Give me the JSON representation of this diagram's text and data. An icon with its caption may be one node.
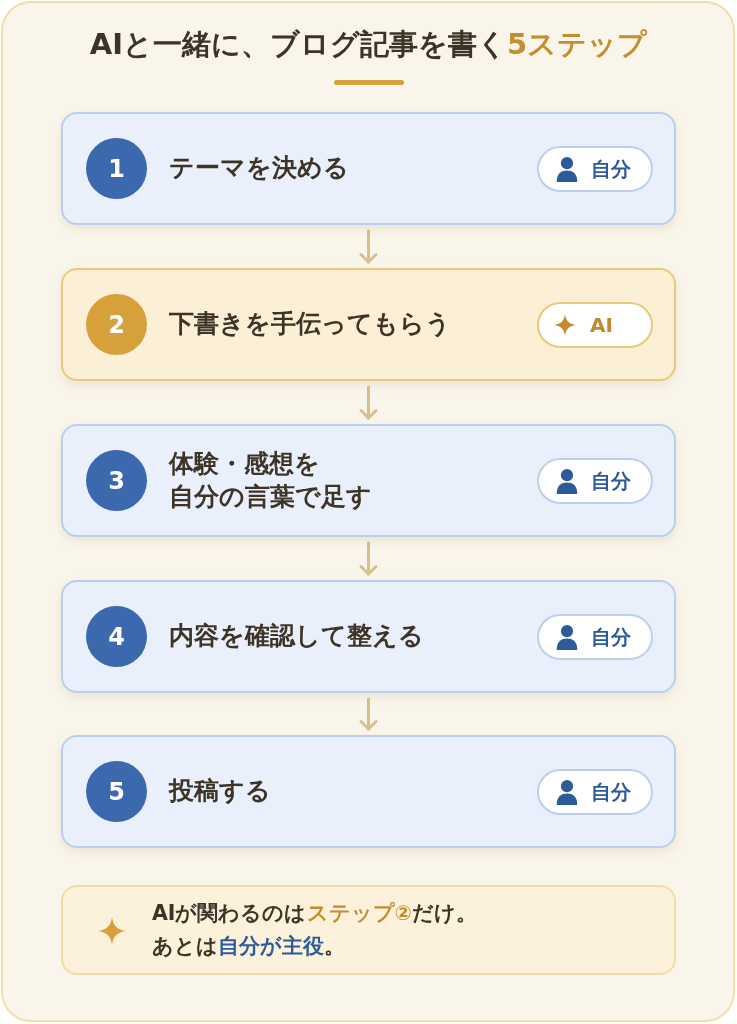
{
  "diagram": {
    "title": "AIと一緒に、ブログ記事を書く**5ステップ**",
    "nodes": [
      {
        "text": [
          "テーマを決める"
        ]
      },
      {
        "text": [
          "1"
        ],
        "in": 0
      },
      {
        "text": [
          "自分"
        ],
        "in": 0
      },
      {
        "text": [
          "下書きを手伝ってもらう"
        ]
      },
      {
        "text": [
          "2"
        ],
        "in": 3
      },
      {
        "text": [
          "AI"
        ],
        "in": 3
      },
      {
        "text": [
          "体験・感想を自分の言葉で足す"
        ]
      },
      {
        "text": [
          "3"
        ],
        "in": 6
      },
      {
        "text": [
          "自分"
        ],
        "in": 6
      },
      {
        "text": [
          "内容を確認して整える"
        ]
      },
      {
        "text": [
          "4"
        ],
        "in": 9
      },
      {
        "text": [
          "自分"
        ],
        "in": 9
      },
      {
        "text": [
          "投稿する"
        ]
      },
      {
        "text": [
          "5"
        ],
        "in": 12
      },
      {
        "text": [
          "自分"
        ],
        "in": 12
      },
      {
        "text": [
          "AIが関わるのは**ステップ②**だけ。あとは**自分が主役**。"
        ]
      }
    ],
    "edges": [
      {
        "from": 0,
        "to": 3,
        "arrow": "to"
      },
      {
        "from": 3,
        "to": 6,
        "arrow": "to"
      },
      {
        "from": 6,
        "to": 9,
        "arrow": "to"
      },
      {
        "from": 9,
        "to": 12,
        "arrow": "to"
      }
    ]
  }
}
